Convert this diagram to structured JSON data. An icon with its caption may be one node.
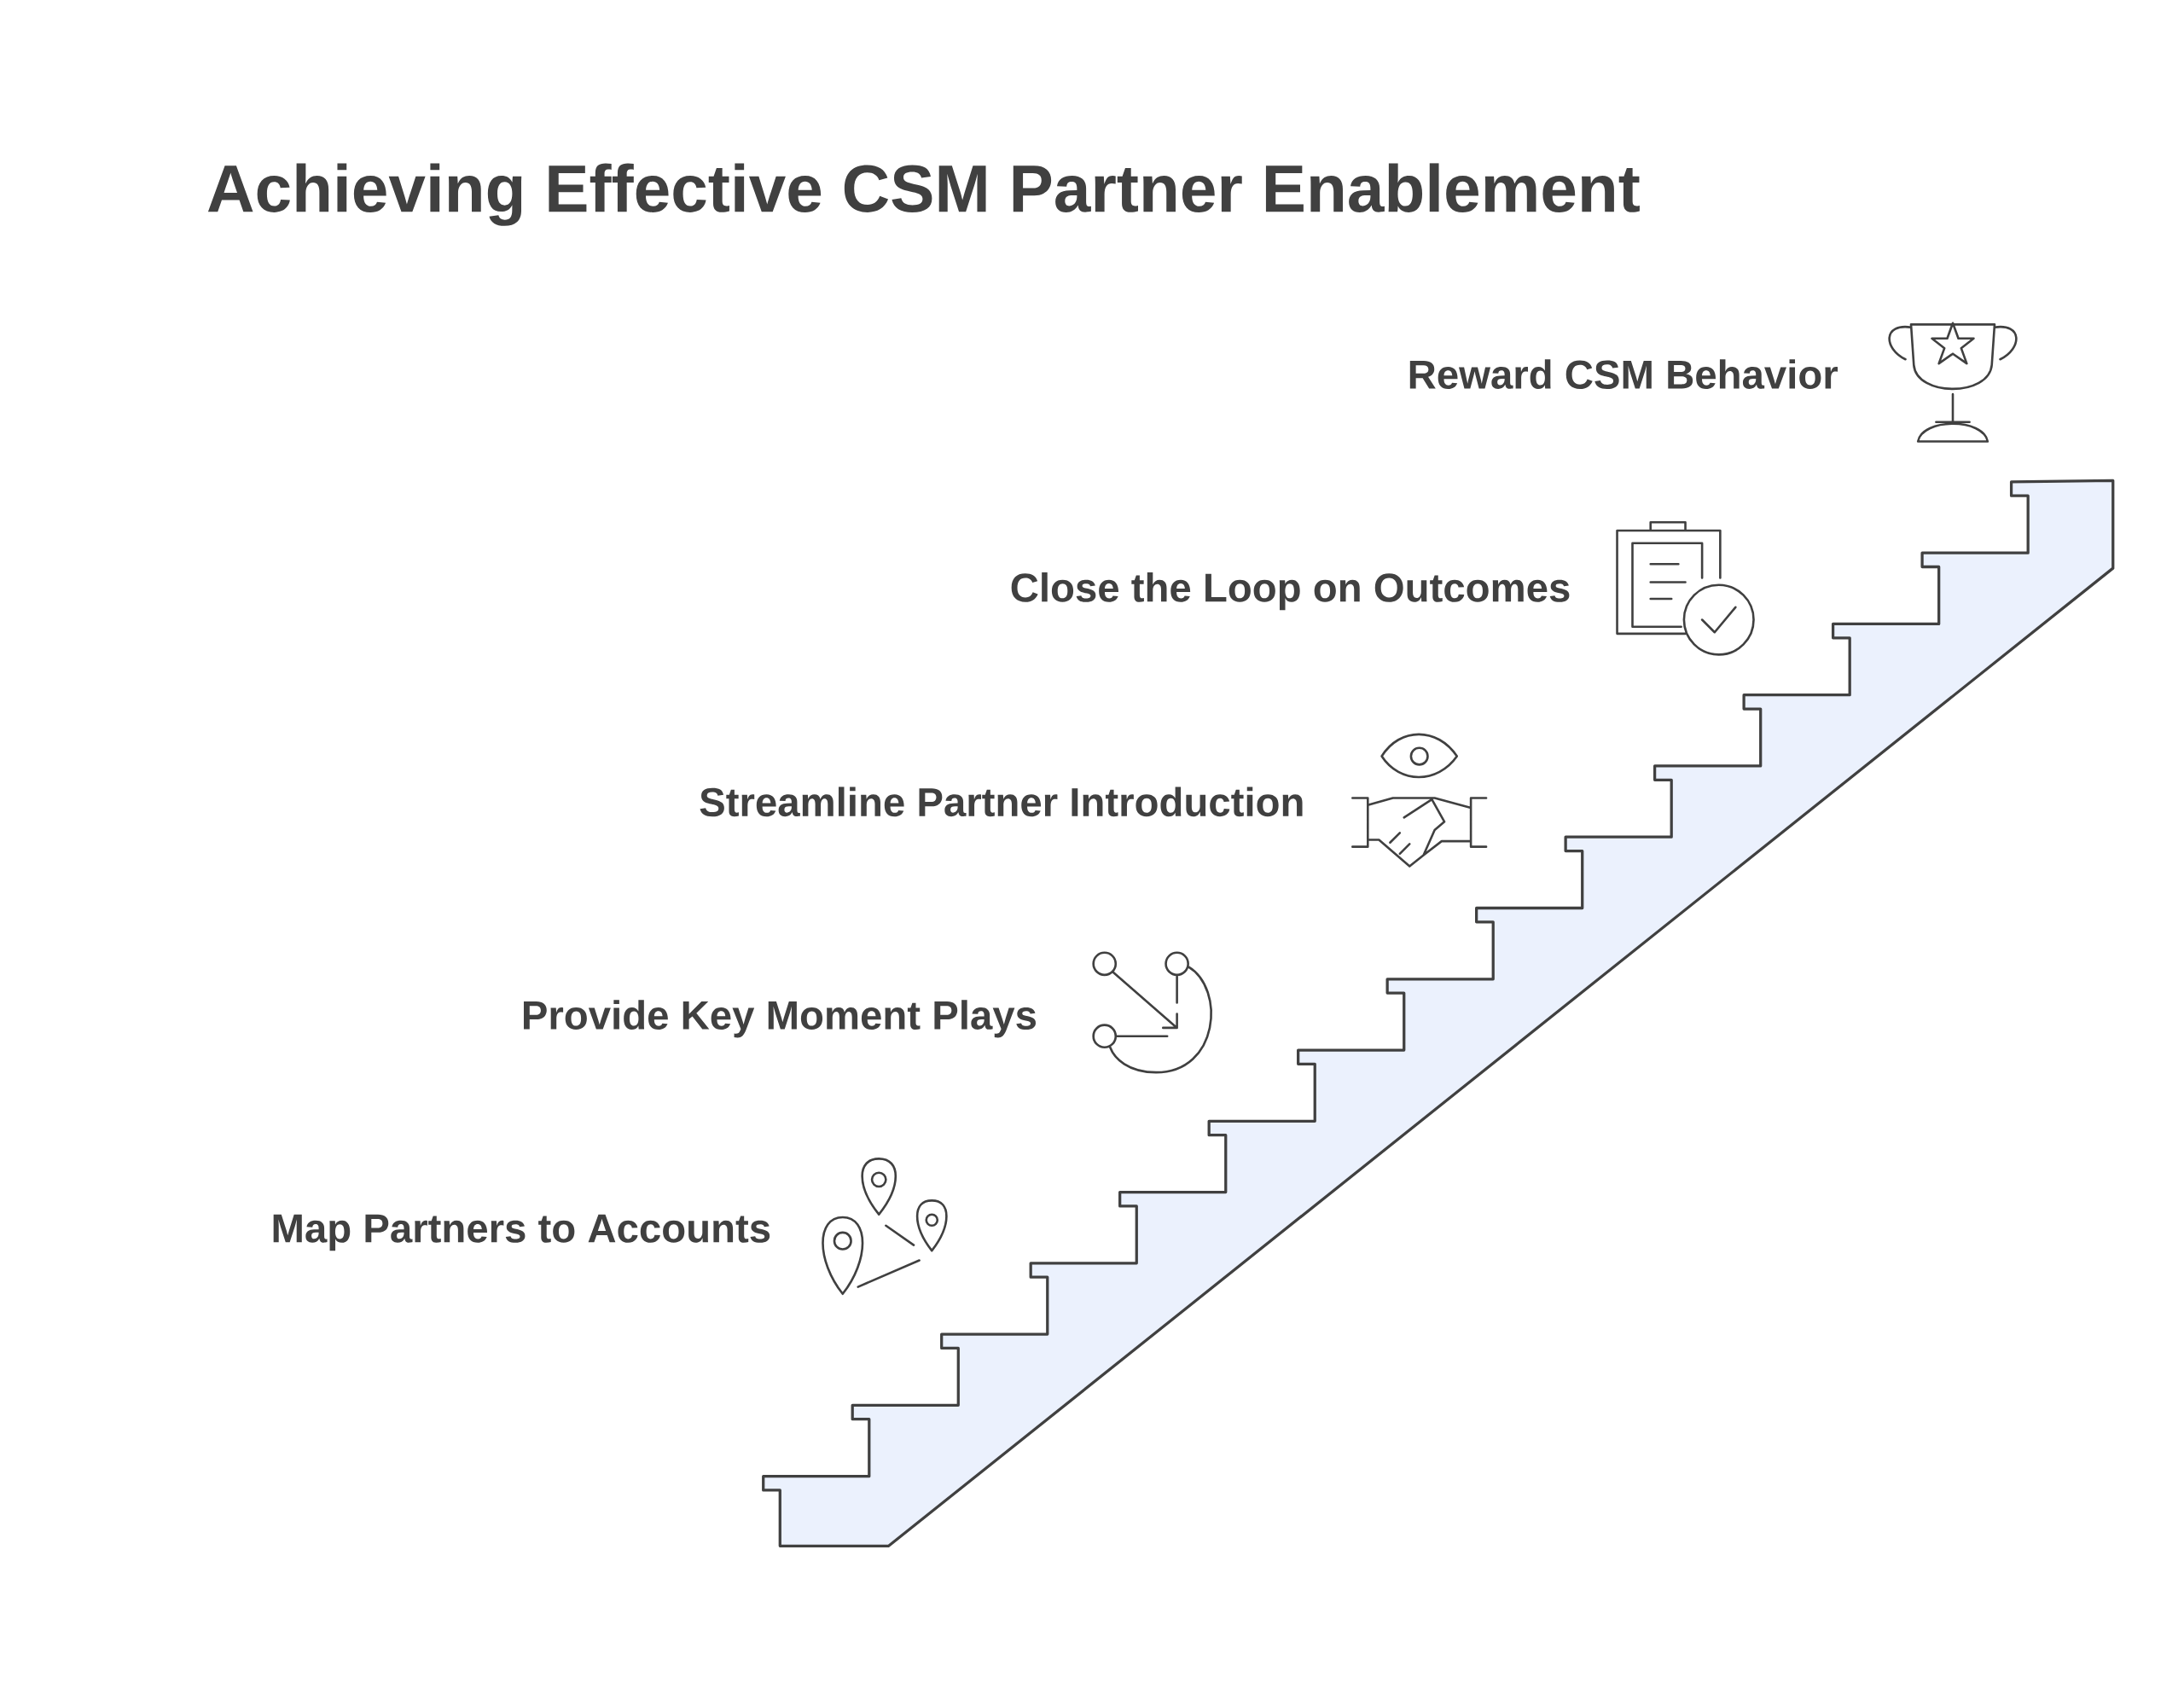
{
  "diagram": {
    "title": "Achieving Effective CSM Partner Enablement",
    "labels": [
      "Reward CSM Behavior",
      "Close the Loop on Outcomes",
      "Streamline Partner Introduction",
      "Provide Key Moment Plays",
      "Map Partners to Accounts"
    ]
  }
}
